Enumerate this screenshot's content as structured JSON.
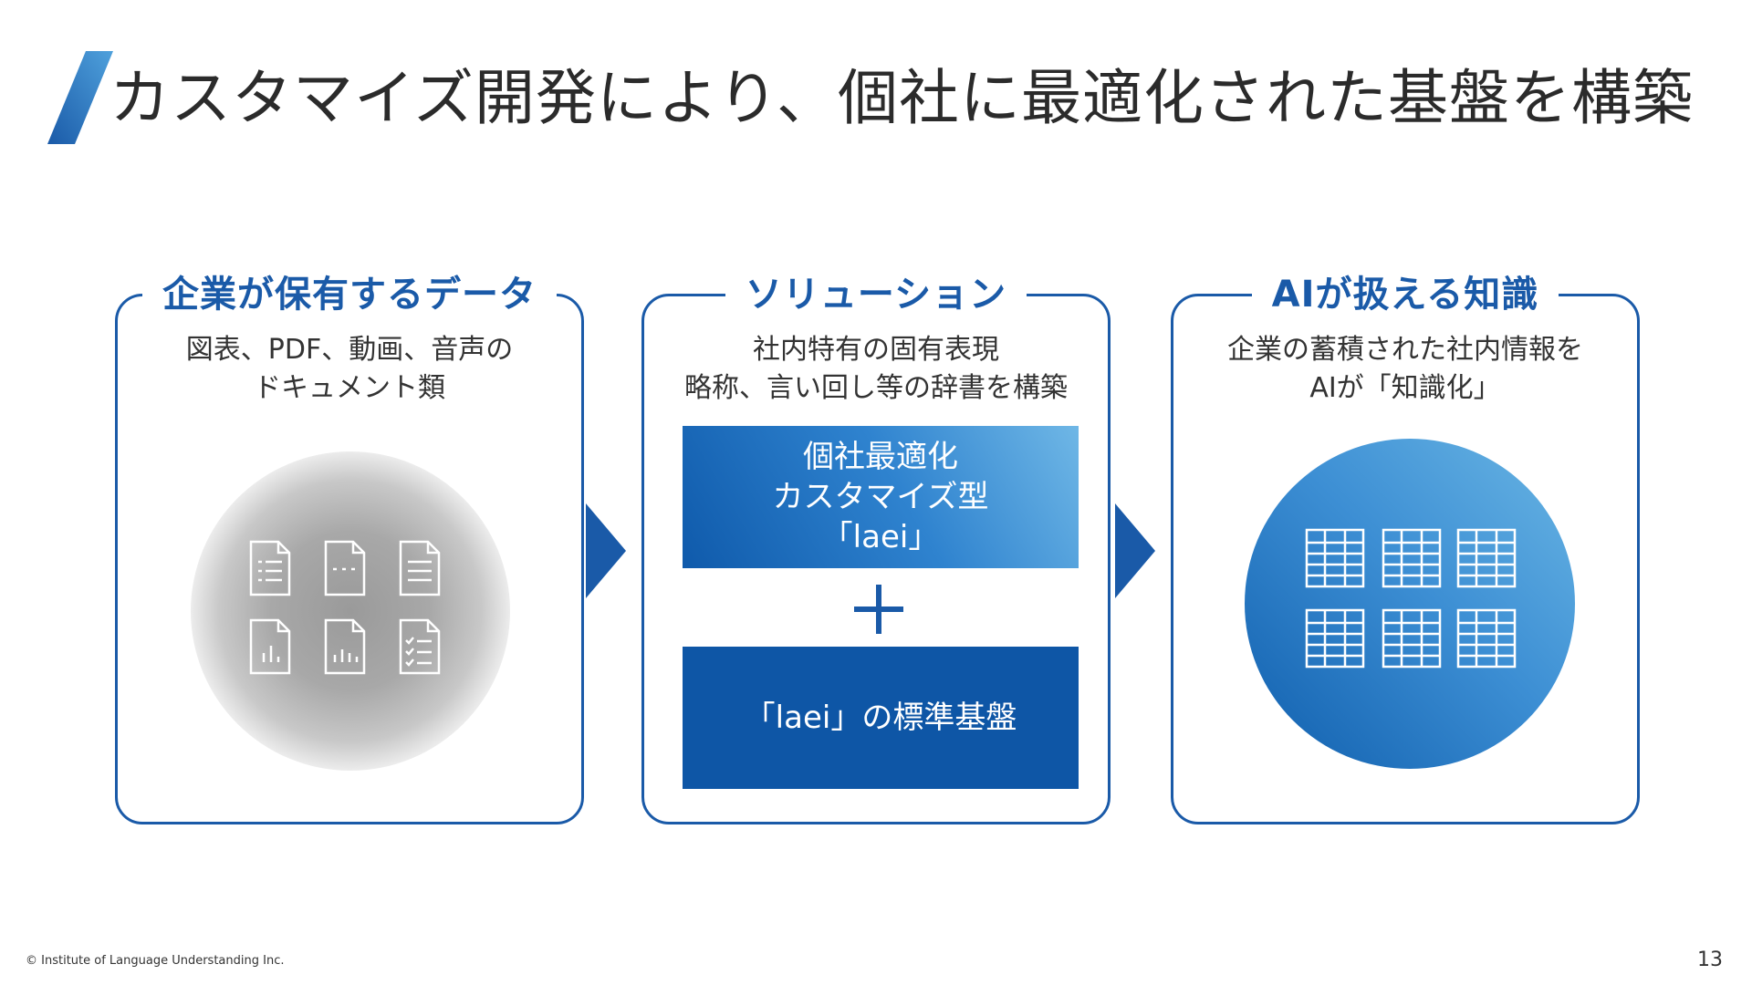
{
  "slide": {
    "title": "カスタマイズ開発により、個社に最適化された基盤を構築",
    "accent_color": "#1a5aa8",
    "footer": "© Institute of Language Understanding Inc.",
    "page_number": "13"
  },
  "panels": [
    {
      "title": "企業が保有するデータ",
      "desc_lines": [
        "図表、PDF、動画、音声の",
        "ドキュメント類"
      ],
      "icon": "document-cluster-icon"
    },
    {
      "title": "ソリューション",
      "desc_lines": [
        "社内特有の固有表現",
        "略称、言い回し等の辞書を構築"
      ],
      "box_top_lines": [
        "個社最適化",
        "カスタマイズ型",
        "「laei」"
      ],
      "box_bottom": "「laei」の標準基盤",
      "plus_icon": "plus-icon"
    },
    {
      "title": "AIが扱える知識",
      "desc_lines": [
        "企業の蓄積された社内情報を",
        "AIが「知識化」"
      ],
      "icon": "table-grid-icon"
    }
  ],
  "colors": {
    "primary": "#1a5aa8",
    "dark_box": "#0e56a6",
    "text": "#333333"
  }
}
